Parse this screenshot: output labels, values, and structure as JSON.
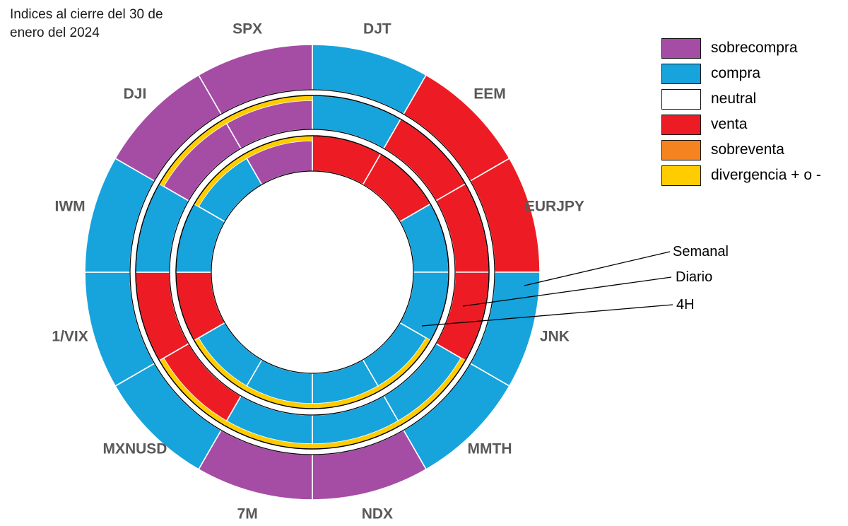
{
  "title": "Indices al cierre del 30 de enero del 2024",
  "colors": {
    "sobrecompra": "#a54ca5",
    "compra": "#17a3dc",
    "neutral": "#ffffff",
    "venta": "#ed1c24",
    "sobreventa": "#f5831f",
    "divergencia": "#ffcc00",
    "label": "#595959",
    "outline": "#000000",
    "separator": "#ffffff"
  },
  "legend": {
    "position": "top-right",
    "items": [
      {
        "label": "sobrecompra",
        "color_key": "sobrecompra"
      },
      {
        "label": "compra",
        "color_key": "compra"
      },
      {
        "label": "neutral",
        "color_key": "neutral"
      },
      {
        "label": "venta",
        "color_key": "venta"
      },
      {
        "label": " sobreventa",
        "color_key": "sobreventa"
      },
      {
        "label": "divergencia + o -",
        "color_key": "divergencia"
      }
    ]
  },
  "ring_annotations": [
    {
      "id": "semanal",
      "label": "Semanal",
      "ring_index": 0
    },
    {
      "id": "diario",
      "label": "Diario",
      "ring_index": 1
    },
    {
      "id": "4h",
      "label": "4H",
      "ring_index": 2
    }
  ],
  "chart_data": {
    "type": "pie",
    "variant": "multi-ring-donut",
    "title": "Indices al cierre del 30 de enero del 2024",
    "center": {
      "x": 442,
      "y": 385
    },
    "start_angle_deg": 0,
    "direction": "clockwise",
    "sector_count": 12,
    "sector_span_deg": 30,
    "rings": [
      {
        "name": "Semanal",
        "r_outer": 322,
        "r_inner": 258
      },
      {
        "name": "Diario",
        "r_outer": 250,
        "r_inner": 202
      },
      {
        "name": "4H",
        "r_outer": 193,
        "r_inner": 143
      }
    ],
    "categories": [
      "DJT",
      "EEM",
      "EURJPY",
      "JNK",
      "MMTH",
      "NDX",
      "7M",
      "MXNUSD",
      "1/VIX",
      "IWM",
      "DJI",
      "SPX"
    ],
    "label_radius": 355,
    "series": [
      {
        "name": "Semanal",
        "values": [
          "compra",
          "venta",
          "venta",
          "compra",
          "compra",
          "sobrecompra",
          "sobrecompra",
          "compra",
          "compra",
          "compra",
          "sobrecompra",
          "sobrecompra"
        ],
        "divergencia": [
          false,
          false,
          false,
          false,
          false,
          false,
          false,
          false,
          false,
          false,
          false,
          false
        ]
      },
      {
        "name": "Diario",
        "values": [
          "compra",
          "venta",
          "venta",
          "venta",
          "compra",
          "compra",
          "compra",
          "venta",
          "venta",
          "compra",
          "sobrecompra",
          "sobrecompra"
        ],
        "divergencia": [
          false,
          false,
          false,
          false,
          true,
          true,
          true,
          true,
          false,
          false,
          true,
          true
        ]
      },
      {
        "name": "4H",
        "values": [
          "venta",
          "venta",
          "compra",
          "compra",
          "compra",
          "compra",
          "compra",
          "compra",
          "venta",
          "compra",
          "compra",
          "sobrecompra"
        ],
        "divergencia": [
          false,
          false,
          false,
          false,
          true,
          true,
          true,
          true,
          false,
          false,
          true,
          true
        ]
      }
    ]
  }
}
